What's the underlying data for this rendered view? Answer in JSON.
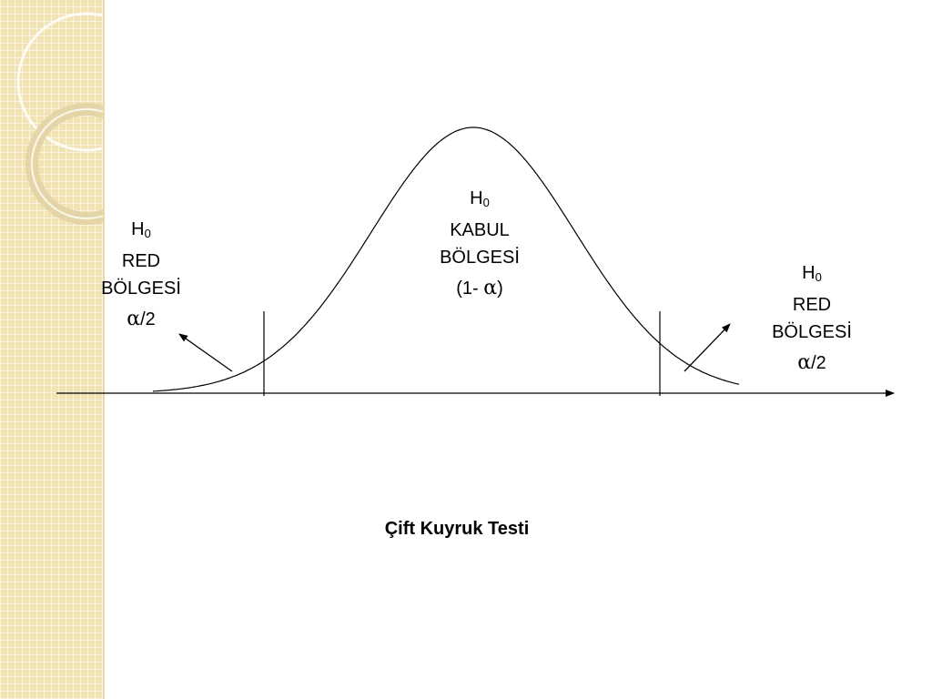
{
  "colors": {
    "panel": "#f2e3b4",
    "ink": "#000000"
  },
  "left_region": {
    "h": "H",
    "h_sub": "0",
    "line1": "RED",
    "line2": "BÖLGESİ",
    "alpha": "α",
    "fraction": "/2"
  },
  "center_region": {
    "h": "H",
    "h_sub": "0",
    "line1": "KABUL",
    "line2": "BÖLGESİ",
    "open": "(1- ",
    "alpha": "α",
    "close": ")"
  },
  "right_region": {
    "h": "H",
    "h_sub": "0",
    "line1": "RED",
    "line2": "BÖLGESİ",
    "alpha": "α",
    "fraction": "/2"
  },
  "caption": "Çift Kuyruk Testi"
}
